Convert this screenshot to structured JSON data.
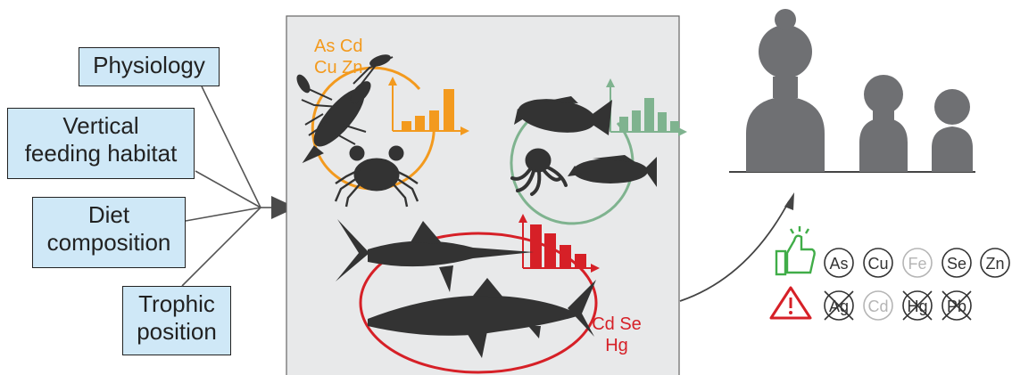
{
  "factors": [
    {
      "line1": "Physiology",
      "line2": ""
    },
    {
      "line1": "Vertical",
      "line2": "feeding habitat"
    },
    {
      "line1": "Diet",
      "line2": "composition"
    },
    {
      "line1": "Trophic",
      "line2": "position"
    }
  ],
  "groups": {
    "crustaceans": {
      "elements_line1": "As Cd",
      "elements_line2": "Cu Zn",
      "color": "#f39a1e"
    },
    "reef_fish": {
      "color": "#7fb38f"
    },
    "predators": {
      "elements_line1": "Cd Se",
      "elements_line2": "Hg",
      "color": "#d62027"
    }
  },
  "benefit_elements": [
    "As",
    "Cu",
    "Fe",
    "Se",
    "Zn"
  ],
  "risk_elements": [
    "Ag",
    "Cd",
    "Hg",
    "Pb"
  ],
  "colors": {
    "box_fill": "#cfe8f7",
    "panel_fill": "#e8e9ea",
    "silhouette": "#3a3a3a",
    "people": "#6f7073",
    "thumbs_up": "#40ad48",
    "warning": "#d62027",
    "muted_element": "#b5b5b5"
  },
  "icons": [
    "thumbs-up-icon",
    "warning-icon"
  ]
}
